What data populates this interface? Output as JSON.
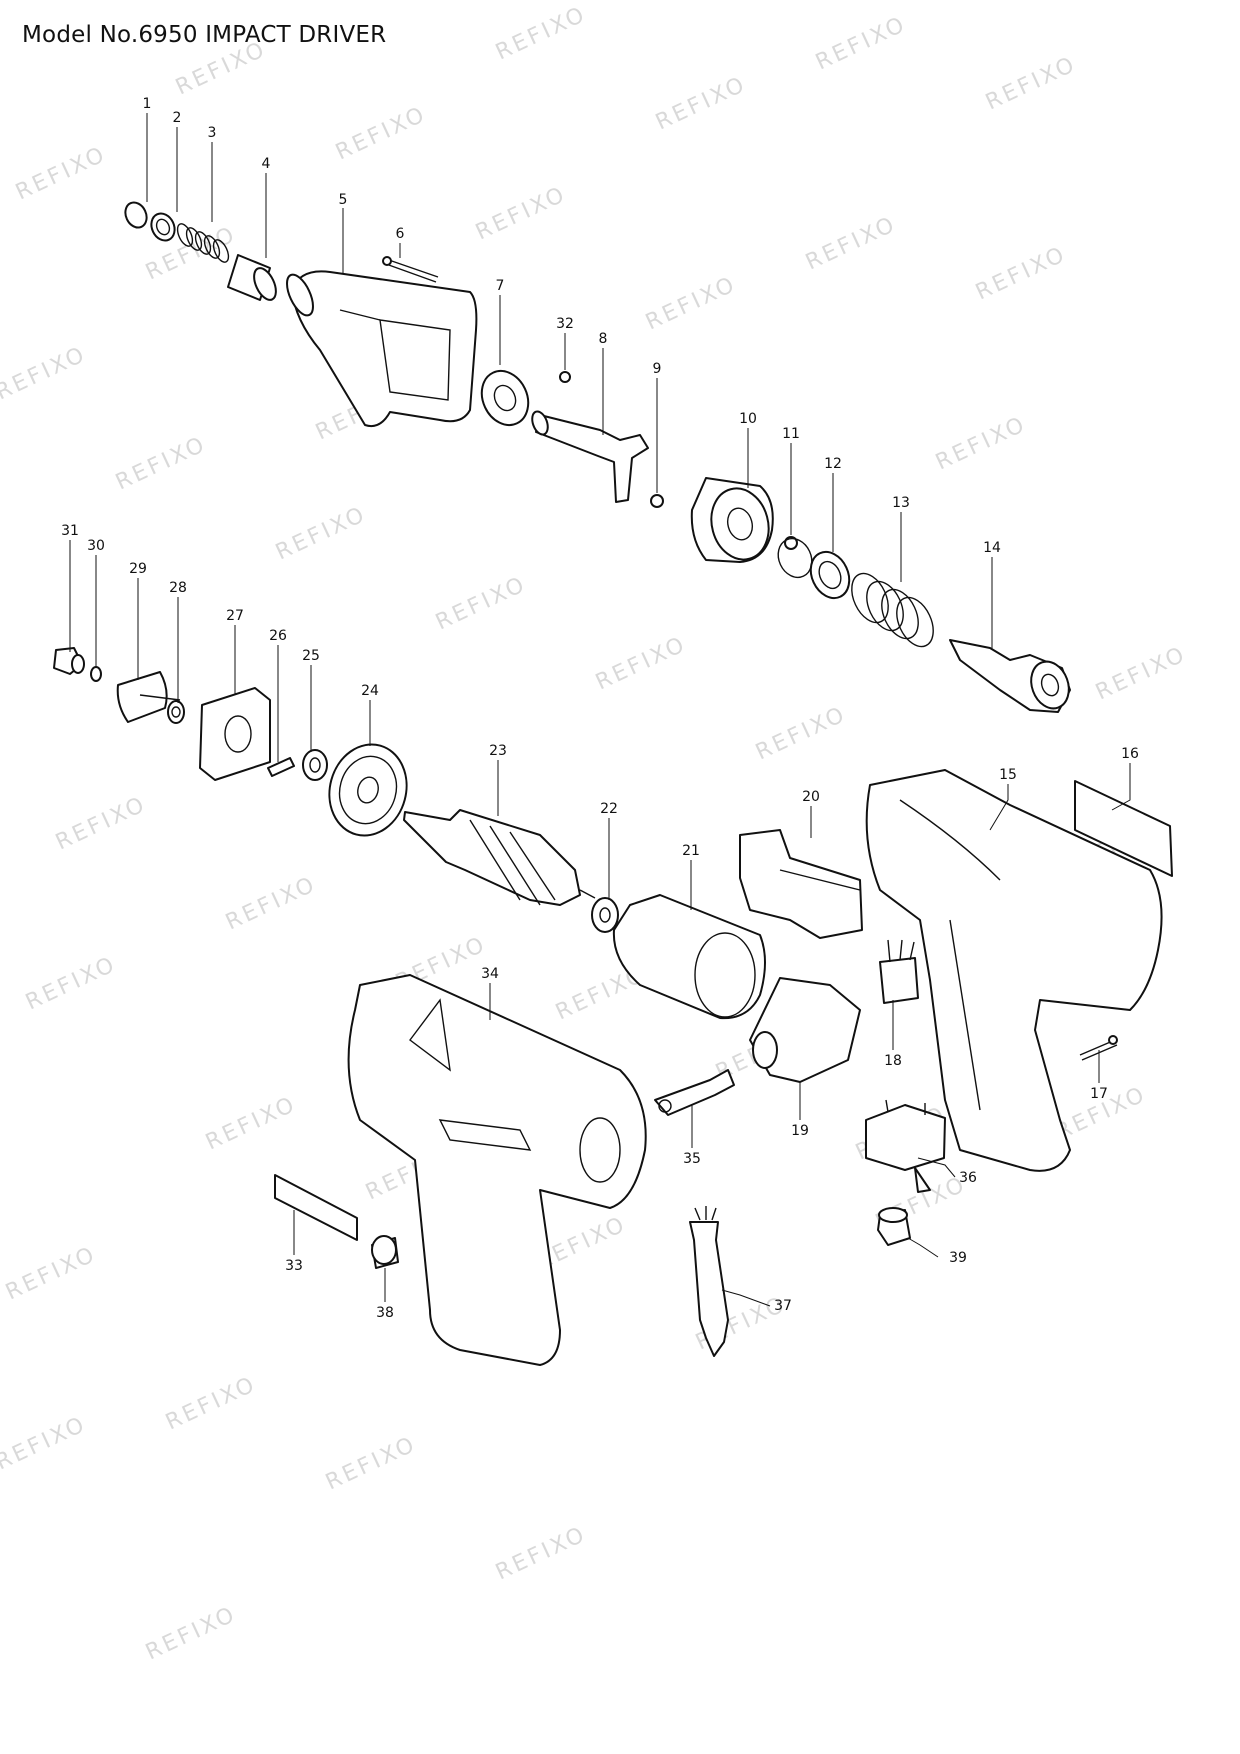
{
  "title": "Model No.6950 IMPACT DRIVER",
  "watermark": "REFIXO",
  "colors": {
    "line": "#111111",
    "watermark": "#d9d9d9",
    "background": "#ffffff"
  },
  "labels": [
    "1",
    "2",
    "3",
    "4",
    "5",
    "6",
    "7",
    "32",
    "8",
    "9",
    "10",
    "11",
    "12",
    "13",
    "14",
    "31",
    "30",
    "29",
    "28",
    "27",
    "26",
    "25",
    "24",
    "23",
    "22",
    "21",
    "20",
    "15",
    "16",
    "34",
    "18",
    "17",
    "19",
    "35",
    "36",
    "33",
    "38",
    "37",
    "39"
  ]
}
